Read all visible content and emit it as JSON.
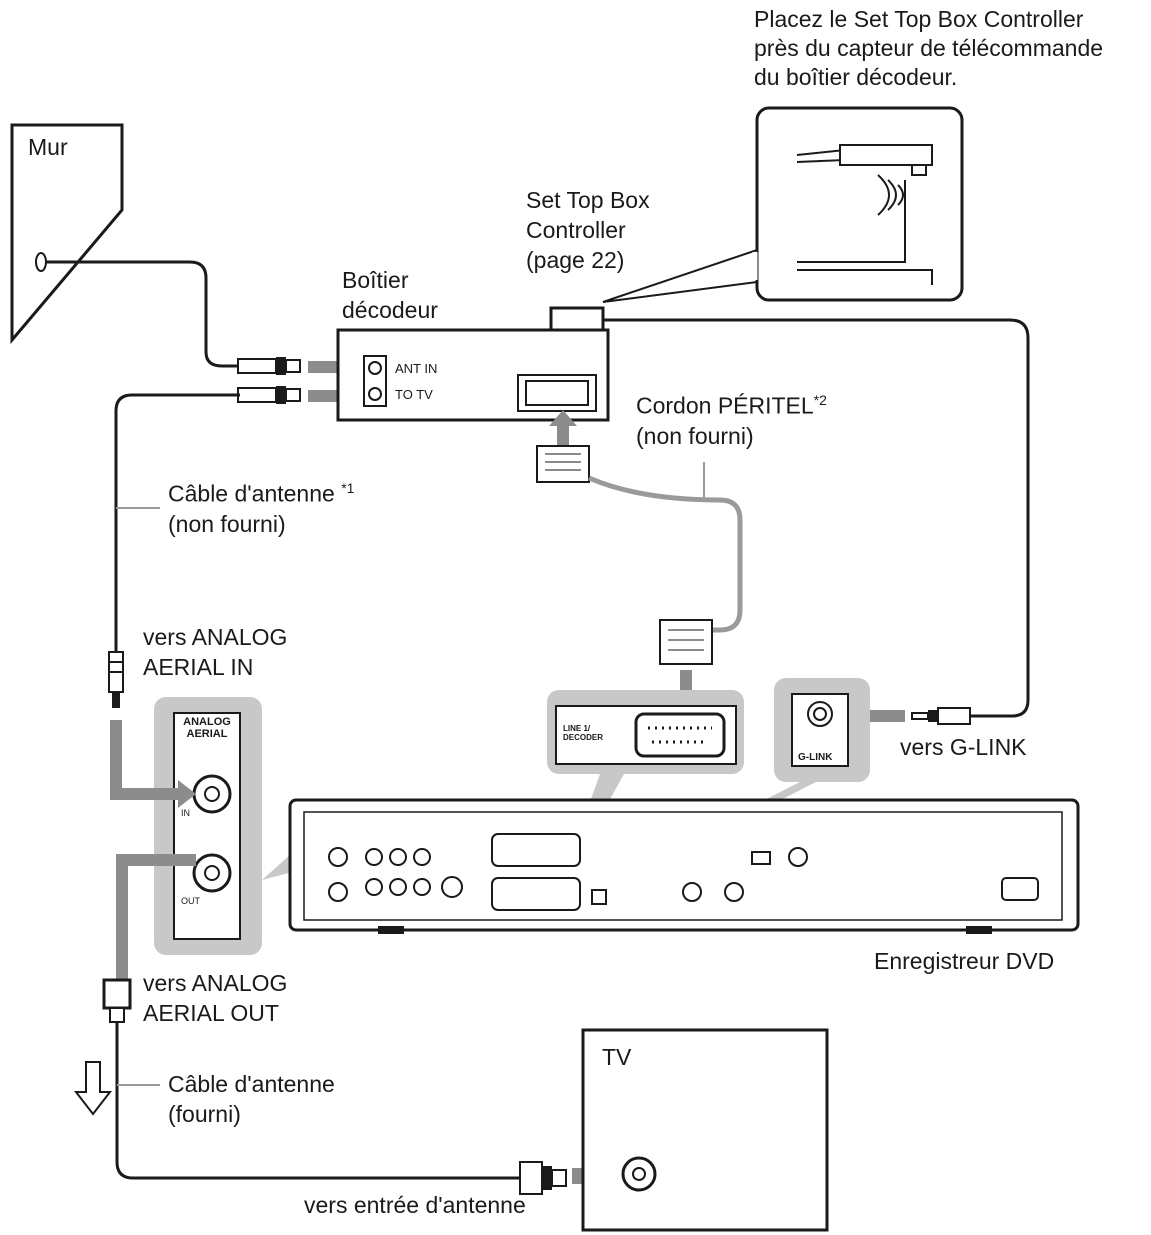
{
  "note": {
    "line1": "Placez le Set Top Box Controller",
    "line2": "près du capteur de télécommande",
    "line3": "du boîtier décodeur."
  },
  "wall": {
    "label": "Mur"
  },
  "controller": {
    "line1": "Set Top Box",
    "line2": "Controller",
    "line3": "(page 22)"
  },
  "set_top_box": {
    "line1": "Boîtier",
    "line2": "décodeur",
    "ant_in": "ANT IN",
    "to_tv": "TO TV"
  },
  "scart_cable": {
    "line1": "Cordon PÉRITEL",
    "sup": "*2",
    "line2": "(non fourni)"
  },
  "antenna_cable_1": {
    "line1": "Câble d'antenne ",
    "sup": "*1",
    "line2": "(non fourni)"
  },
  "to_analog_in": {
    "line1": "vers ANALOG",
    "line2": "AERIAL IN"
  },
  "to_glink": "vers G-LINK",
  "dvd_recorder": "Enregistreur DVD",
  "to_analog_out": {
    "line1": "vers ANALOG",
    "line2": "AERIAL OUT"
  },
  "antenna_cable_2": {
    "line1": "Câble d'antenne",
    "line2": "(fourni)"
  },
  "tv": {
    "label": "TV"
  },
  "to_antenna_input": "vers entrée d'antenne",
  "inset_aerial": {
    "line1": "ANALOG",
    "line2": "AERIAL",
    "in": "IN",
    "out": "OUT"
  },
  "inset_scart": {
    "line1": "LINE 1/",
    "line2": "DECODER"
  },
  "inset_glink": "G-LINK",
  "colors": {
    "line": "#1a1a1a",
    "arrow": "#8c8c8c",
    "panel": "#c8c8c8",
    "cable_gray": "#9a9a9a"
  }
}
